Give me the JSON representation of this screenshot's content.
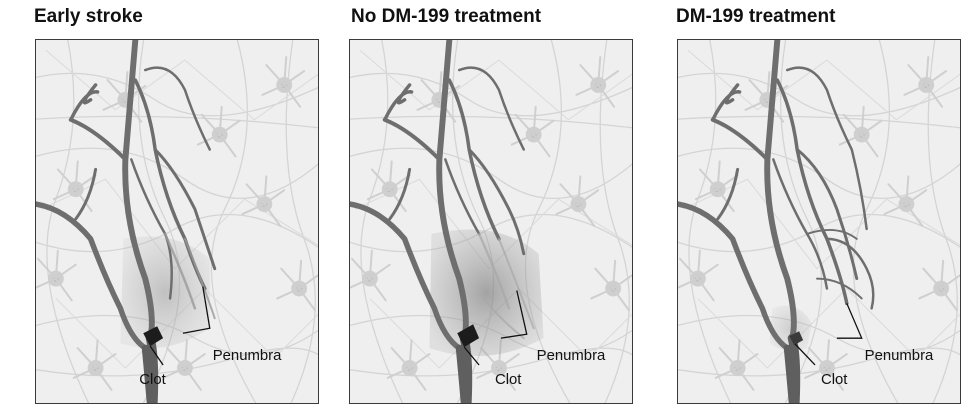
{
  "panels": [
    {
      "title": "Early stroke",
      "labels": {
        "penumbra": "Penumbra",
        "clot": "Clot"
      }
    },
    {
      "title": "No DM-199 treatment",
      "labels": {
        "penumbra": "Penumbra",
        "clot": "Clot"
      }
    },
    {
      "title": "DM-199 treatment",
      "labels": {
        "penumbra": "Penumbra",
        "clot": "Clot"
      }
    }
  ]
}
